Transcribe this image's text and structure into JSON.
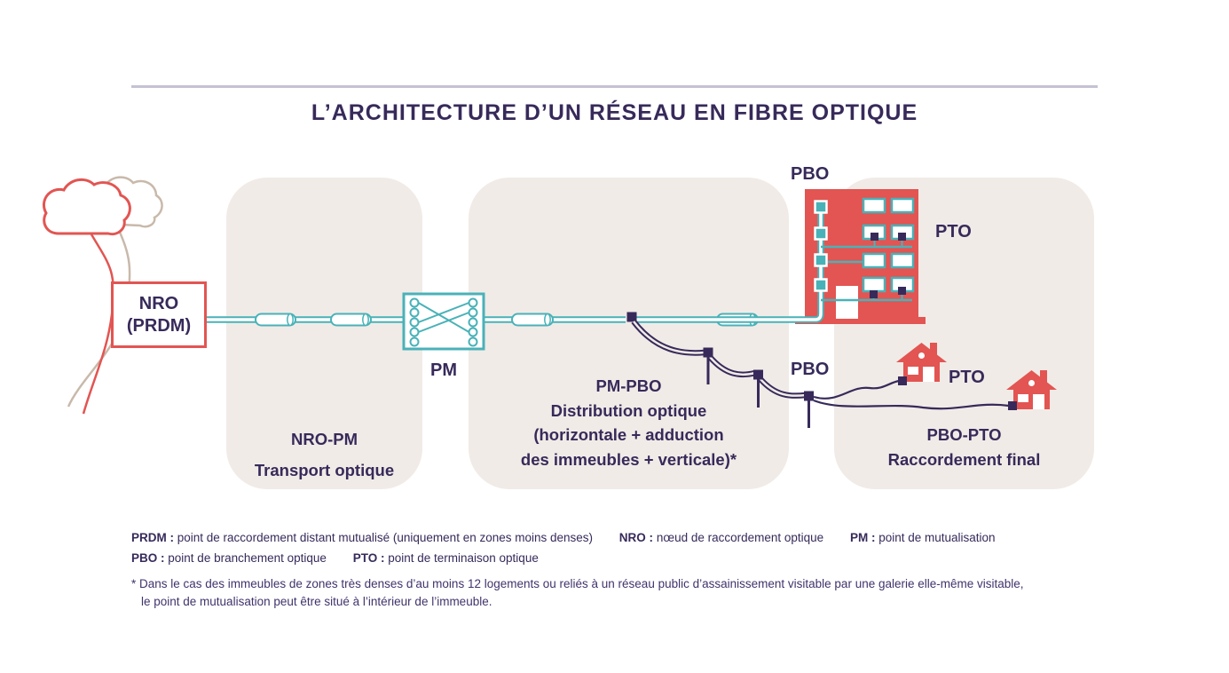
{
  "title": "L’ARCHITECTURE D’UN RÉSEAU EN FIBRE OPTIQUE",
  "diagram": {
    "nro": {
      "line1": "NRO",
      "line2": "(PRDM)"
    },
    "pm_label": "PM",
    "pbo_building_label": "PBO",
    "pto_building_label": "PTO",
    "pbo_aerial_label": "PBO",
    "pto_houses_label": "PTO"
  },
  "segments": [
    {
      "lines": [
        "NRO-PM",
        "Transport optique"
      ]
    },
    {
      "lines": [
        "PM-PBO",
        "Distribution optique",
        "(horizontale + adduction",
        "des immeubles + verticale)*"
      ]
    },
    {
      "lines": [
        "PBO-PTO",
        "Raccordement final"
      ]
    }
  ],
  "legend": [
    {
      "term": "PRDM :",
      "definition": "point de raccordement distant mutualisé (uniquement en zones moins denses)"
    },
    {
      "term": "NRO :",
      "definition": "nœud de raccordement optique"
    },
    {
      "term": "PM :",
      "definition": "point de mutualisation"
    },
    {
      "term": "PBO :",
      "definition": "point de branchement optique"
    },
    {
      "term": "PTO :",
      "definition": "point de terminaison optique"
    }
  ],
  "footnote_line1": "* Dans le cas des immeubles de zones très denses d’au moins 12 logements ou reliés à un réseau public d’assainissement visitable par une galerie elle-même visitable,",
  "footnote_line2": "le point de mutualisation peut être situé à l’intérieur de l’immeuble.",
  "colors": {
    "purple": "#372a5a",
    "teal": "#49b2b8",
    "red": "#e25552",
    "panel_beige": "#f1ebe7",
    "cloud_beige": "#c9b9ab",
    "rule_lavender": "#c6c1d3"
  }
}
